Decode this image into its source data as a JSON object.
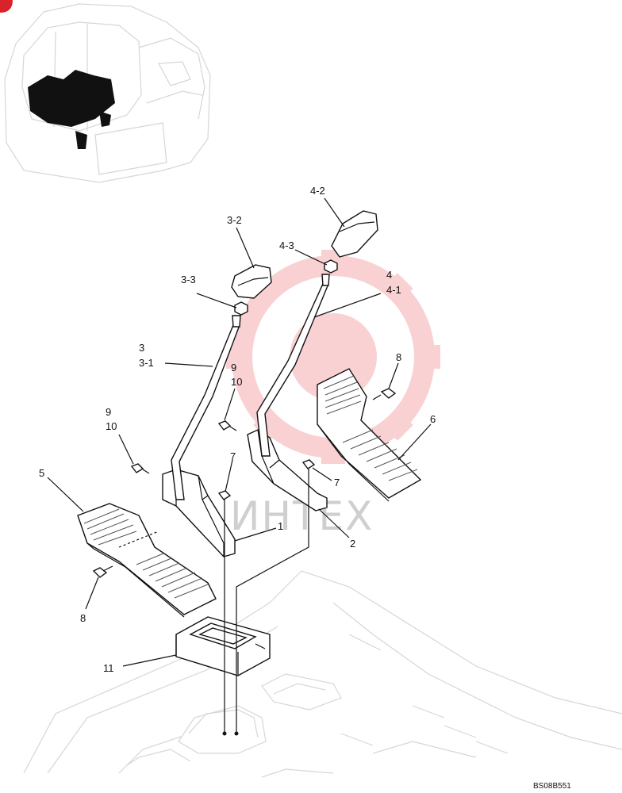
{
  "callouts": {
    "c1": "1",
    "c2": "2",
    "c3": "3",
    "c3_1": "3-1",
    "c3_2": "3-2",
    "c3_3": "3-3",
    "c4": "4",
    "c4_1": "4-1",
    "c4_2": "4-2",
    "c4_3": "4-3",
    "c5": "5",
    "c6": "6",
    "c7a": "7",
    "c7b": "7",
    "c8a": "8",
    "c8b": "8",
    "c9a": "9",
    "c10a": "10",
    "c9b": "9",
    "c10b": "10",
    "c11": "11"
  },
  "drawing_code": "BS08B551",
  "watermark": {
    "text": "ИНТЕХ",
    "color": "#e8323c"
  }
}
